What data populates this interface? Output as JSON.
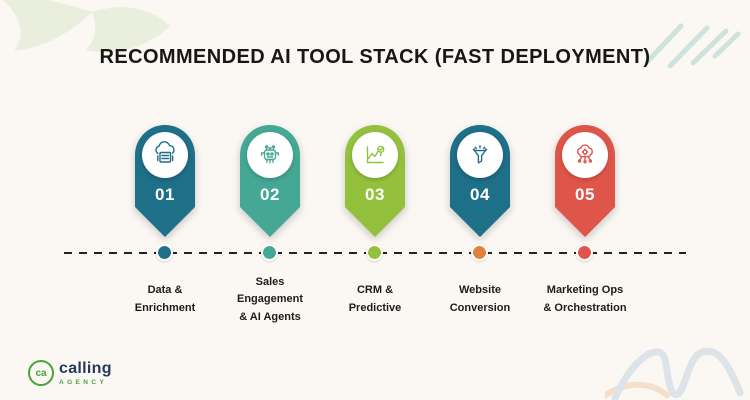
{
  "title": "RECOMMENDED AI TOOL STACK (FAST DEPLOYMENT)",
  "steps": [
    {
      "number": "01",
      "label": "Data &\nEnrichment",
      "color": "#1E6F88",
      "dot_color": "#1E6F88",
      "icon": "cloud-database-icon"
    },
    {
      "number": "02",
      "label": "Sales\nEngagement\n& AI Agents",
      "color": "#45A894",
      "dot_color": "#45A894",
      "icon": "ai-bot-icon"
    },
    {
      "number": "03",
      "label": "CRM &\nPredictive",
      "color": "#94C13D",
      "dot_color": "#94C13D",
      "icon": "analytics-chart-icon"
    },
    {
      "number": "04",
      "label": "Website\nConversion",
      "color": "#1E6F88",
      "dot_color": "#E1813C",
      "icon": "conversion-funnel-icon"
    },
    {
      "number": "05",
      "label": "Marketing Ops\n& Orchestration",
      "color": "#E05549",
      "dot_color": "#E05549",
      "icon": "orchestration-icon"
    }
  ],
  "logo": {
    "monogram": "ca",
    "name": "calling",
    "subtitle": "AGENCY",
    "brand_green": "#4CA23C",
    "brand_navy": "#27395B"
  },
  "colors": {
    "background": "#FBF8F4",
    "timeline_dash": "#212121",
    "title_text": "#171717",
    "leaf_decoration": "#E9EFDC",
    "stroke_decoration": "#CEE2DE",
    "squiggle_decoration": "#DCE4EA",
    "peach_decoration": "#F6DFC9"
  }
}
